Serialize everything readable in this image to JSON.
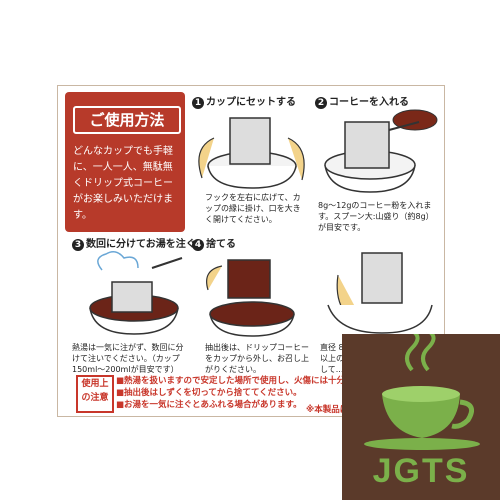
{
  "intro": {
    "title": "ご使用方法",
    "text": "どんなカップでも手軽に、一人一人、無駄無くドリップ式コーヒーがお楽しみいただけます。"
  },
  "steps": [
    {
      "num": "1",
      "title": "カップにセットする",
      "caption": "フックを左右に広げて、カップの縁に掛け、口を大きく開けてください。"
    },
    {
      "num": "2",
      "title": "コーヒーを入れる",
      "caption": "8g〜12gのコーヒー粉を入れます。スプーン大:山盛り（約8g）が目安です。"
    },
    {
      "num": "3",
      "title": "数回に分けてお湯を注ぐ",
      "caption": "熱湯は一気に注がず、数回に分けて注いでください。（カップ150ml〜200mlが目安です）"
    },
    {
      "num": "4",
      "title": "捨てる",
      "caption": "抽出後は、ドリップコーヒーをカップから外し、お召し上がりください。"
    },
    {
      "caption": "直径 85 ㎜以上、または厚み3㎜以上のカップの場合、フックを外して..."
    }
  ],
  "notes": {
    "label": "使用上の注意",
    "lines": [
      "■熱湯を扱いますので安定した場所で使用し、火傷には十分ご注意",
      "■抽出後はしずくを切ってから捨ててください。",
      "■お湯を一気に注ぐとあふれる場合があります。"
    ],
    "extra": "※本製品は..."
  },
  "logo": {
    "text": "JGTS"
  },
  "colors": {
    "brand_red": "#b73a2a",
    "logo_green": "#7bb04a",
    "logo_bg": "#5b3a2a"
  }
}
